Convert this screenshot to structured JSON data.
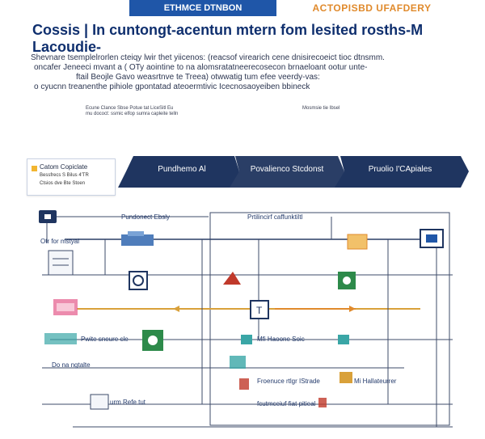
{
  "header": {
    "banner_left": "ETHMCE DTNBON",
    "banner_right": "ACTOPISBD UFAFDERY",
    "title": "Cossis | In cuntongt-acentun mtern fom lesited rosths-M Lacoudie-",
    "description": [
      "Shevnare tsemplelrorlen cteiqy lwir thet yiicenos: (reacsof virearich cene dnisirecoeict tioc dtnsmm.",
      "oncafer Jeneeci mvant a ( OTy aointine to na alomsratatneerecosecon brnaeloant ootur unte-",
      "ftail Beojle Gavo weasrtnve te Treea) otwwatig tum efee veerdy-vas:",
      "o cyucnn treanenthe pihiole gpontatad ateoermtivic Icecnosaoyeiben bbineck"
    ],
    "caption_left": [
      "Ecune Clance Sbse Potue tat LiceSitl Eu",
      "mu dococt: ssmic elfop sumra capleite telln"
    ],
    "caption_right": "Mosmsie tie Ibsel"
  },
  "legend": {
    "title": "Catom Copiclate",
    "line1": "Bessfrecs S Bilus 4'TR",
    "line2": "Ctsios dve Bte Stoen"
  },
  "stages": [
    {
      "label": "Pundhemo Al"
    },
    {
      "label": "Povalienco Stcdonst"
    },
    {
      "label": "Pruolio I'CApiales"
    }
  ],
  "labels": {
    "pundanect": "Pundonect Ebsly",
    "prtilinic": "Prtilincirf caffunktiltl",
    "otr_for": "Otr for mstyal",
    "purnter": "Pwite sneure cle",
    "mfisional": "Mfi Haoone Soic",
    "na_ngtalte": "Do na ngtalte",
    "froenuce": "Froenuce rtlgr IStrade",
    "mi_halla": "Mi Hallateurrer",
    "urm_refe": "urm Refe tut",
    "fcutmc": "fcutmceiuf fiat pitieal"
  },
  "colors": {
    "navy": "#1f3560",
    "accent_blue": "#1f56a8",
    "orange": "#e08a2c",
    "gold": "#d9a13a",
    "green": "#2d8a4a",
    "red": "#c0392b",
    "teal": "#3aa6a6",
    "pink": "#e45a8a"
  },
  "icons": [
    "lock-icon",
    "folder-icon",
    "shield-icon",
    "file-icon",
    "document-icon",
    "monitor-icon",
    "chart-icon",
    "user-icon",
    "cog-icon",
    "alert-icon"
  ]
}
